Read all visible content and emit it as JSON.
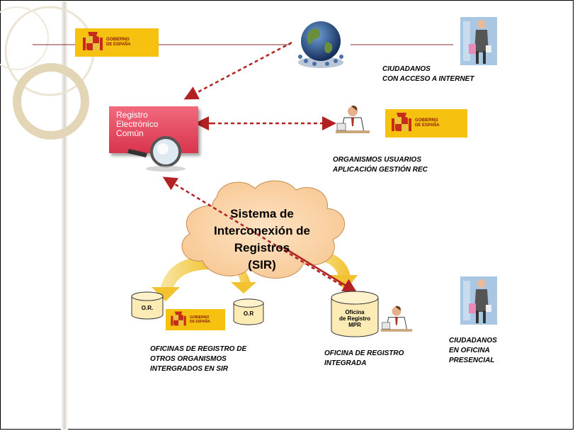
{
  "colors": {
    "gov_yellow": "#f7c20f",
    "gov_red": "#8b1a12",
    "rec_red": "#e0455c",
    "arrow_red": "#b22222",
    "cloud": "#fbd2a4",
    "arrow_yellow": "#f2c230"
  },
  "gov_logo_text": "GOBIERNO\nDE ESPAÑA",
  "rec": {
    "label": "Registro\nElectrónico\nComún"
  },
  "sir": {
    "label": "Sistema de\nInterconexión de\nRegistros\n(SIR)"
  },
  "captions": {
    "ciudadanos_internet": "CIUDADANOS\nCON ACCESO A INTERNET",
    "organismos_usuarios": "ORGANISMOS USUARIOS\nAPLICACIÓN  GESTIÓN REC",
    "oficinas_otros": "OFICINAS DE REGISTRO DE\nOTROS ORGANISMOS\nINTERGRADOS EN SIR",
    "oficina_integrada": "OFICINA DE REGISTRO\nINTEGRADA",
    "ciudadanos_presencial": "CIUDADANOS\nEN OFICINA\nPRESENCIAL"
  },
  "drums": {
    "or_left": "O.R.",
    "or_right": "O.R",
    "mpr": "Oficina\nde Registro\nMPR"
  },
  "icons": {
    "globe": "globe-network-icon",
    "citizen": "citizen-shopper-icon",
    "worker": "office-worker-icon",
    "magnifier": "magnifier-icon",
    "shield": "spain-coat-of-arms-icon"
  }
}
